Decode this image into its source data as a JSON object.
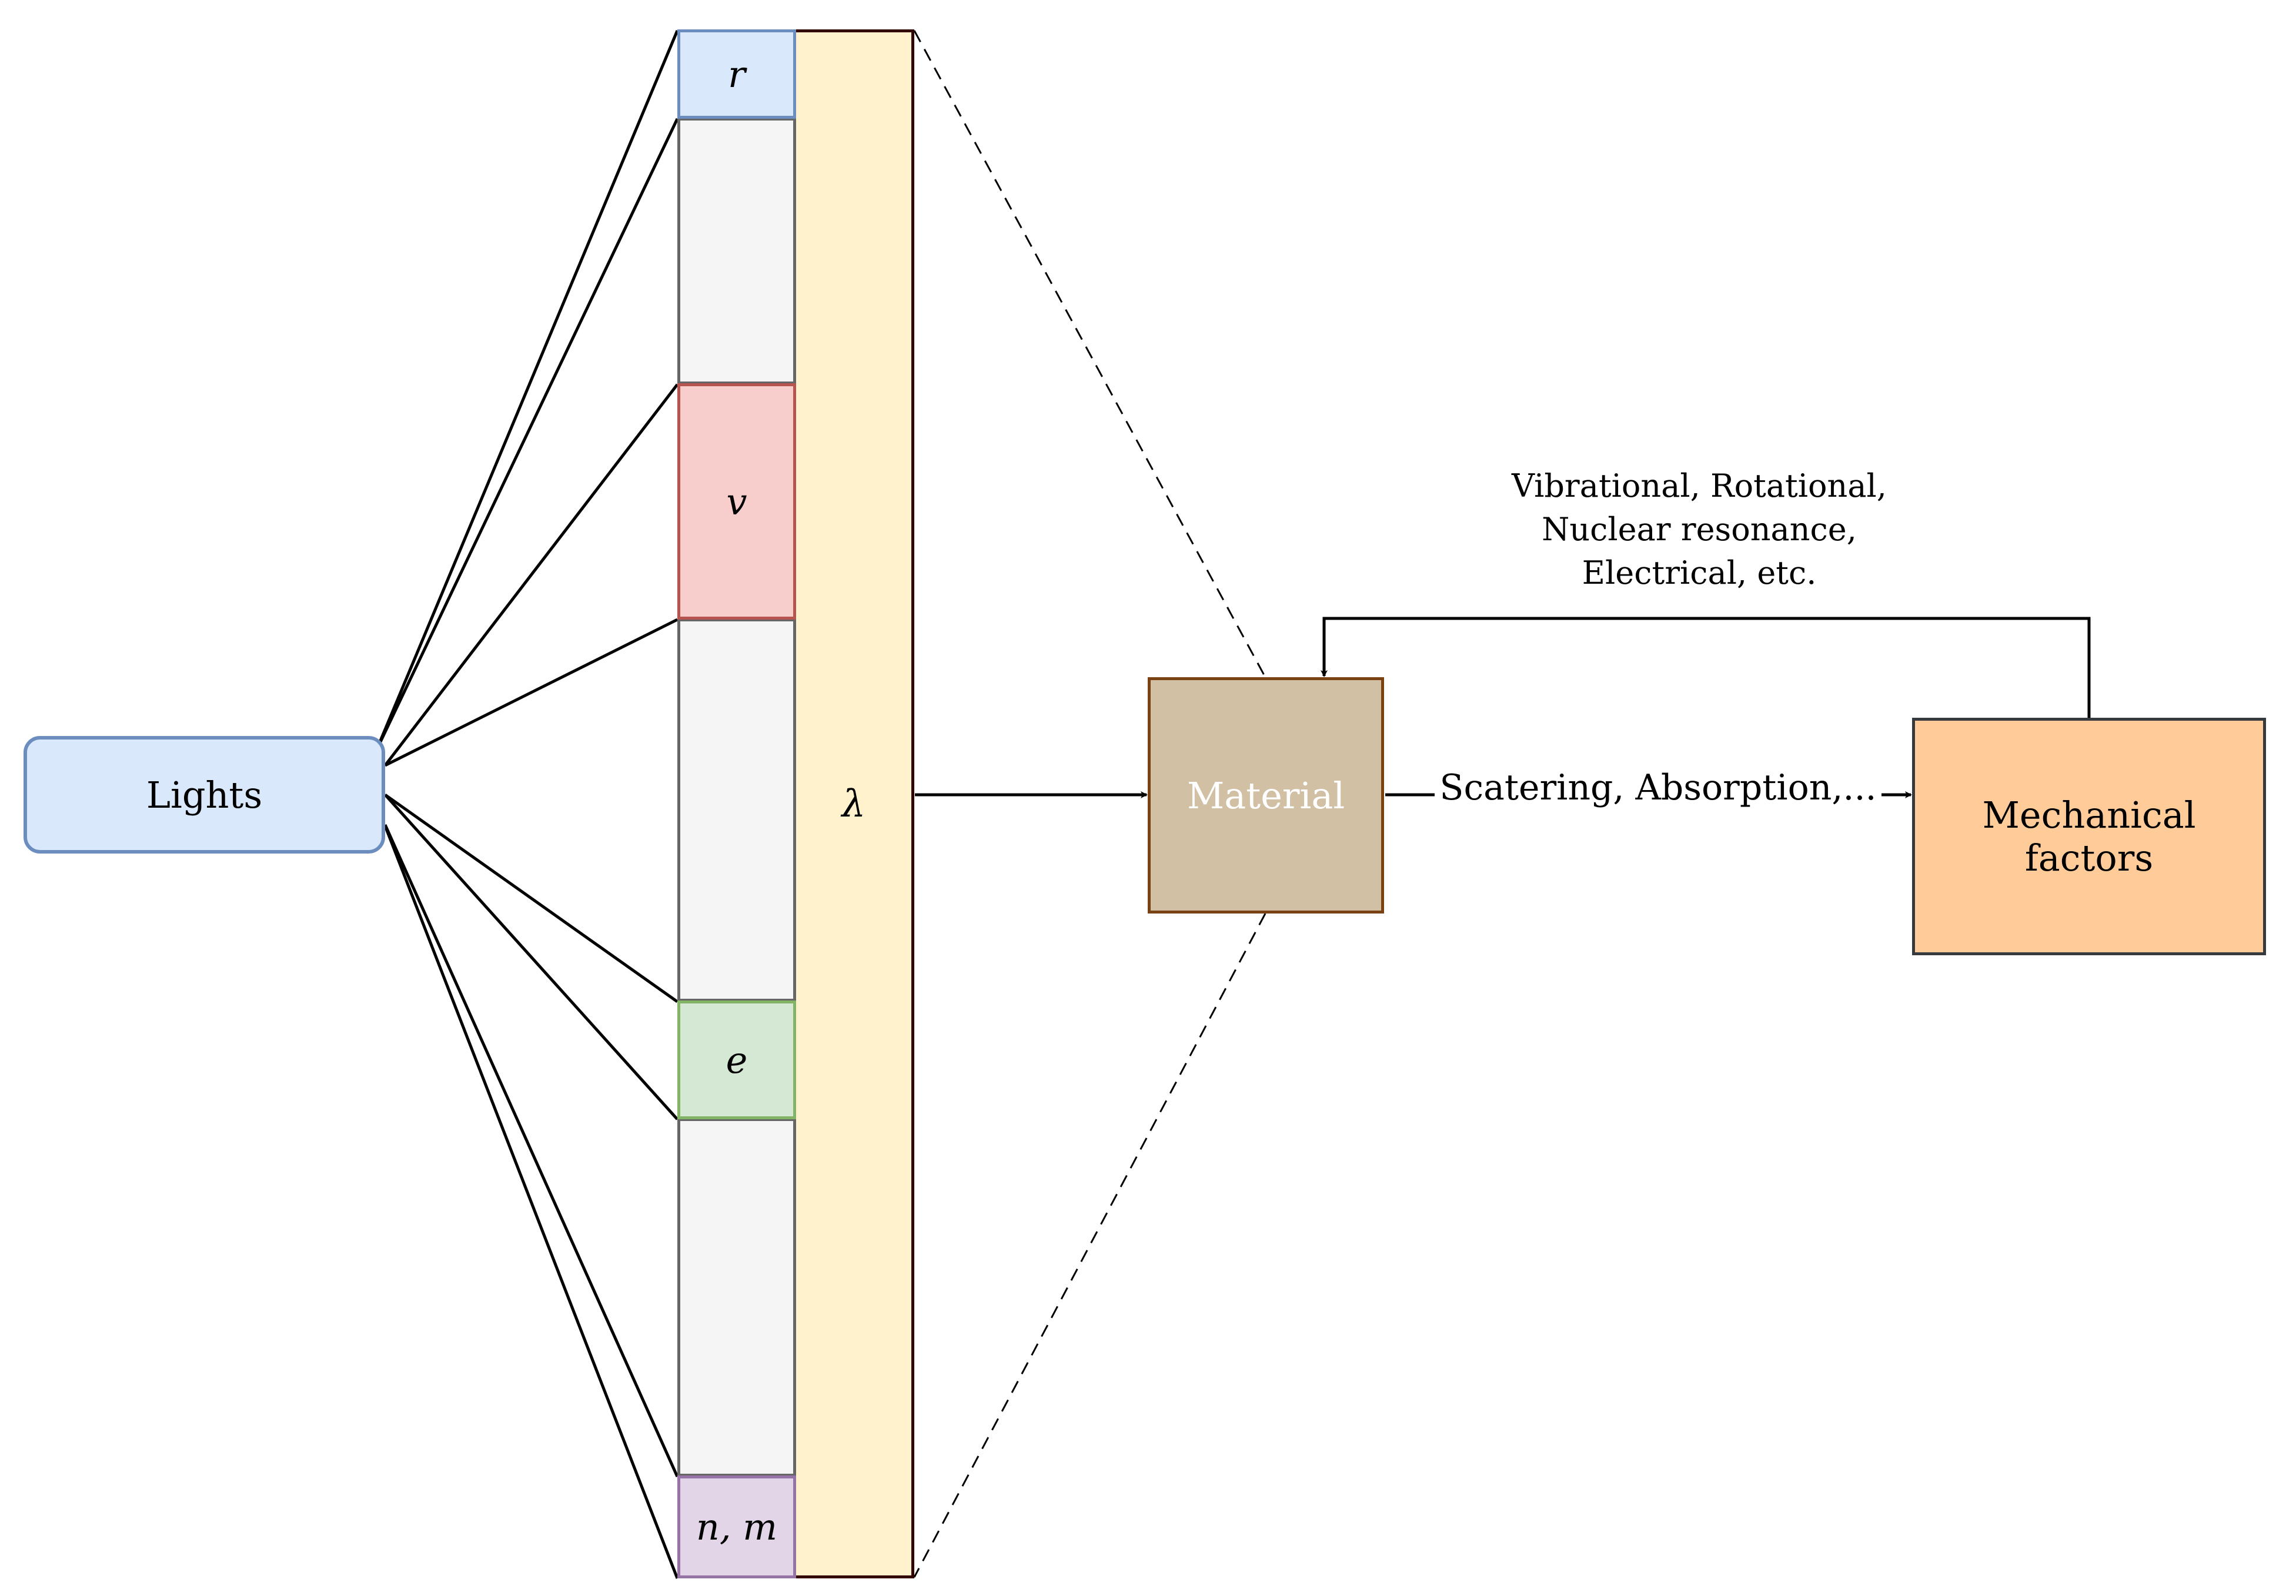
{
  "diagram": {
    "type": "flow",
    "nodes": {
      "lights": {
        "label": "Lights",
        "fill": "#dae8fc",
        "stroke": "#6c8ebf"
      },
      "spectrum": {
        "segments": [
          {
            "id": "r",
            "label": "r",
            "fill": "#dae8fc",
            "stroke": "#6c8ebf"
          },
          {
            "id": "gap1",
            "label": "",
            "fill": "#f5f5f5",
            "stroke": "#666666"
          },
          {
            "id": "v",
            "label": "v",
            "fill": "#f8cecc",
            "stroke": "#b85450"
          },
          {
            "id": "gap2",
            "label": "",
            "fill": "#f5f5f5",
            "stroke": "#666666"
          },
          {
            "id": "e",
            "label": "e",
            "fill": "#d5e8d4",
            "stroke": "#82b366"
          },
          {
            "id": "gap3",
            "label": "",
            "fill": "#f5f5f5",
            "stroke": "#666666"
          },
          {
            "id": "nm",
            "label": "n, m",
            "fill": "#e1d5e7",
            "stroke": "#9673a6"
          }
        ]
      },
      "wavelength": {
        "label": "λ",
        "fill": "#fff2cc",
        "stroke": "#330000"
      },
      "material": {
        "label": "Material",
        "fill": "#d2c0a5",
        "stroke": "#7a4212",
        "text_color": "#ffffff"
      },
      "mechanical": {
        "label": "Mechanical factors",
        "fill": "#ffcc99",
        "stroke": "#36393d"
      }
    },
    "edges": [
      {
        "from": "lights",
        "to": "r",
        "style": "solid",
        "arrow": false
      },
      {
        "from": "lights",
        "to": "v",
        "style": "solid",
        "arrow": false
      },
      {
        "from": "lights",
        "to": "e",
        "style": "solid",
        "arrow": false
      },
      {
        "from": "lights",
        "to": "nm",
        "style": "solid",
        "arrow": false
      },
      {
        "from": "wavelength",
        "to": "material",
        "style": "solid",
        "arrow": true
      },
      {
        "from": "material",
        "to": "mechanical",
        "style": "solid",
        "arrow": true,
        "label": "Scatering, Absorption,..."
      },
      {
        "from": "mechanical",
        "to": "material",
        "style": "solid",
        "arrow": true,
        "label": "Vibrational, Rotational, Nuclear resonance, Electrical, etc."
      },
      {
        "from": "wavelength",
        "to": "material",
        "style": "dashed",
        "arrow": false,
        "note": "zoom projection lines"
      }
    ],
    "edge_labels": {
      "scattering": "Scatering, Absorption,...",
      "feedback_lines": [
        "Vibrational, Rotational,",
        "Nuclear resonance,",
        "Electrical, etc."
      ]
    },
    "line_color": "#000000"
  }
}
